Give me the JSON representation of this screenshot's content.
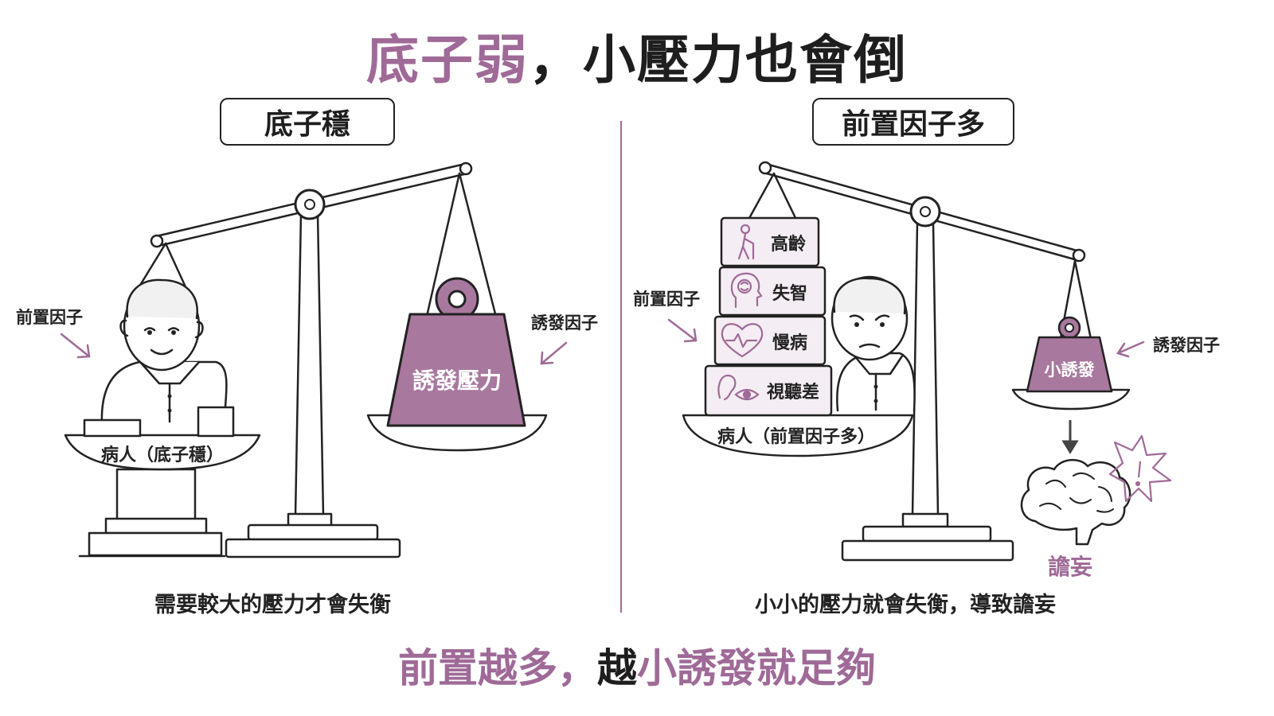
{
  "title": {
    "accent": "底子弱",
    "rest": "，小壓力也會倒"
  },
  "left": {
    "label": "底子穩",
    "note_left": "前置因子",
    "note_right": "誘發因子",
    "weight_label": "誘發壓力",
    "patient_label": "病人（底子穩）",
    "caption": "需要較大的壓力才會失衡"
  },
  "right": {
    "label": "前置因子多",
    "note_left": "前置因子",
    "note_right": "誘發因子",
    "blocks": [
      {
        "label": "高齡",
        "icon": "elderly-person-icon"
      },
      {
        "label": "失智",
        "icon": "brain-head-icon"
      },
      {
        "label": "慢病",
        "icon": "heart-pulse-icon"
      },
      {
        "label": "視聽差",
        "icon": "ear-eye-icon"
      }
    ],
    "weight_label": "小誘發",
    "patient_label": "病人（前置因子多）",
    "outcome_label": "譫妄",
    "caption": "小小的壓力就會失衡，導致譫妄"
  },
  "footer": {
    "part1": "前置越多，",
    "part2": "越",
    "part3": "小誘發就足夠"
  },
  "colors": {
    "accent": "#9f6a97",
    "weight": "#a8789e",
    "block_fill": "#f4edf3",
    "ink": "#222222"
  }
}
